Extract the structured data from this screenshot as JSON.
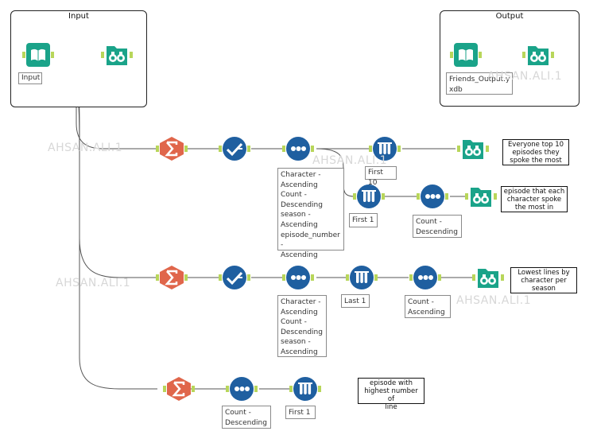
{
  "containers": {
    "input": {
      "title": "Input"
    },
    "output": {
      "title": "Output"
    }
  },
  "tools": {
    "input_data": {
      "label": "Input",
      "icon": "book-icon"
    },
    "output_data": {
      "label": "Friends_Output.y\nxdb",
      "icon": "book-icon"
    },
    "summarize_1": {
      "icon": "sigma-icon"
    },
    "formula_1": {
      "icon": "checkmark-icon"
    },
    "sort_1": {
      "label": "Character -\nAscending\nCount -\nDescending\nseason -\nAscending\nepisode_number -\nAscending",
      "icon": "dots-icon"
    },
    "sample_1a": {
      "label": "First 10",
      "icon": "test-tubes-icon"
    },
    "sample_1b": {
      "label": "First 1",
      "icon": "test-tubes-icon"
    },
    "sort_1b": {
      "label": "Count -\nDescending",
      "icon": "dots-icon"
    },
    "summarize_2": {
      "icon": "sigma-icon"
    },
    "formula_2": {
      "icon": "checkmark-icon"
    },
    "sort_2": {
      "label": "Character -\nAscending\nCount -\nDescending\nseason -\nAscending",
      "icon": "dots-icon"
    },
    "sample_2": {
      "label": "Last 1",
      "icon": "test-tubes-icon"
    },
    "sort_2b": {
      "label": "Count -\nAscending",
      "icon": "dots-icon"
    },
    "summarize_3": {
      "icon": "sigma-icon"
    },
    "sort_3": {
      "label": "Count -\nDescending",
      "icon": "dots-icon"
    },
    "sample_3": {
      "label": "First 1",
      "icon": "test-tubes-icon"
    }
  },
  "comments": {
    "c1": "Everyone top 10\nepisodes they\nspoke the most",
    "c2": "episode that each\ncharacter spoke\nthe most in",
    "c3": "Lowest lines by\ncharacter per\nseason",
    "c4": "episode with\nhighest number of\nline"
  },
  "watermark": "AHSAN.ALI.1",
  "colors": {
    "io_green": "#1aa389",
    "blue": "#1f5fa0",
    "orange": "#e0664b",
    "connector": "#b8d65a",
    "line": "#444444"
  }
}
